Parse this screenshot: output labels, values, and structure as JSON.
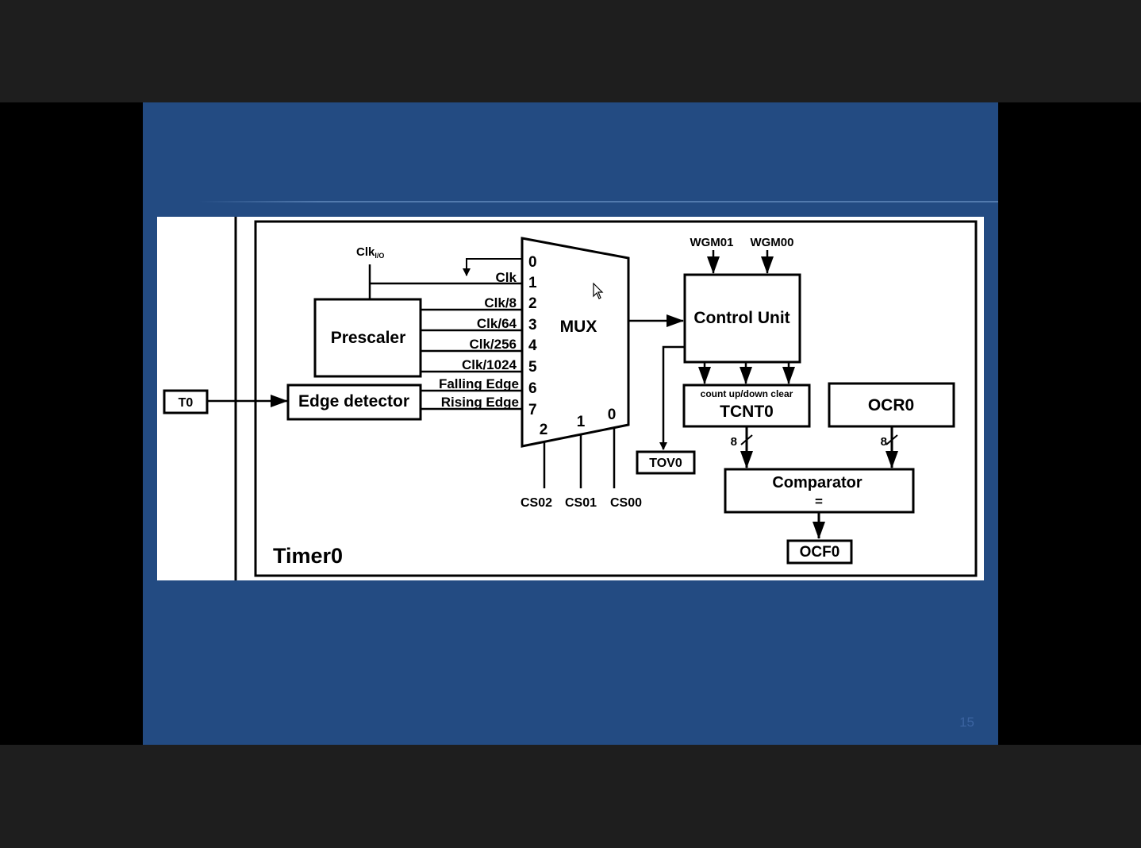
{
  "slide": {
    "page_number": "15"
  },
  "diagram": {
    "clk_io": "Clk",
    "clk_io_sub": "I/O",
    "prescaler": "Prescaler",
    "edge_detector": "Edge detector",
    "t0": "T0",
    "mux": "MUX",
    "mux_inputs": [
      {
        "index": "0",
        "label": ""
      },
      {
        "index": "1",
        "label": "Clk"
      },
      {
        "index": "2",
        "label": "Clk/8"
      },
      {
        "index": "3",
        "label": "Clk/64"
      },
      {
        "index": "4",
        "label": "Clk/256"
      },
      {
        "index": "5",
        "label": "Clk/1024"
      },
      {
        "index": "6",
        "label": "Falling Edge"
      },
      {
        "index": "7",
        "label": "Rising Edge"
      }
    ],
    "select_bits": [
      "2",
      "1",
      "0"
    ],
    "select_names": [
      "CS02",
      "CS01",
      "CS00"
    ],
    "wgm01": "WGM01",
    "wgm00": "WGM00",
    "control_unit": "Control Unit",
    "tcnt0_controls": "count up/down  clear",
    "tcnt0": "TCNT0",
    "ocr0": "OCR0",
    "tov0": "TOV0",
    "bus_width_a": "8",
    "bus_width_b": "8",
    "comparator": "Comparator",
    "comparator_symbol": "=",
    "ocf0": "OCF0",
    "timer0": "Timer0"
  }
}
